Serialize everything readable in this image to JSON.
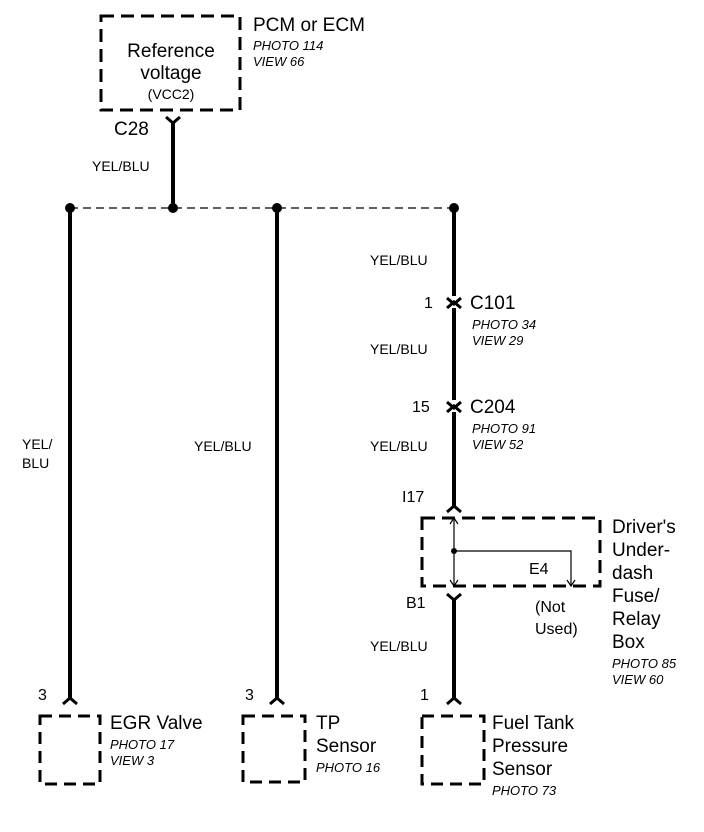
{
  "pcm": {
    "box_line1": "Reference",
    "box_line2": "voltage",
    "box_line3": "(VCC2)",
    "name": "PCM or ECM",
    "photo": "PHOTO 114",
    "view": "VIEW 66",
    "connector": "C28"
  },
  "wires": {
    "main": "YEL/BLU",
    "egr_line1": "YEL/",
    "egr_line2": "BLU",
    "tp": "YEL/BLU",
    "fuel_1": "YEL/BLU",
    "fuel_2": "YEL/BLU",
    "fuel_3": "YEL/BLU",
    "fuel_4": "YEL/BLU"
  },
  "c101": {
    "pin": "1",
    "name": "C101",
    "photo": "PHOTO 34",
    "view": "VIEW 29"
  },
  "c204": {
    "pin": "15",
    "name": "C204",
    "photo": "PHOTO 91",
    "view": "VIEW 52"
  },
  "fusebox": {
    "in_terminal": "I17",
    "out_terminal": "B1",
    "line1": "Driver's",
    "line2": "Under-",
    "line3": "dash",
    "line4": "Fuse/",
    "line5": "Relay",
    "line6": "Box",
    "photo": "PHOTO 85",
    "view": "VIEW 60",
    "e4": "E4",
    "not_used_1": "(Not",
    "not_used_2": "Used)"
  },
  "egr": {
    "pin": "3",
    "name": "EGR Valve",
    "photo": "PHOTO 17",
    "view": "VIEW 3"
  },
  "tp": {
    "pin": "3",
    "name1": "TP",
    "name2": "Sensor",
    "photo": "PHOTO 16"
  },
  "fuel": {
    "pin": "1",
    "name1": "Fuel Tank",
    "name2": "Pressure",
    "name3": "Sensor",
    "photo": "PHOTO 73"
  }
}
